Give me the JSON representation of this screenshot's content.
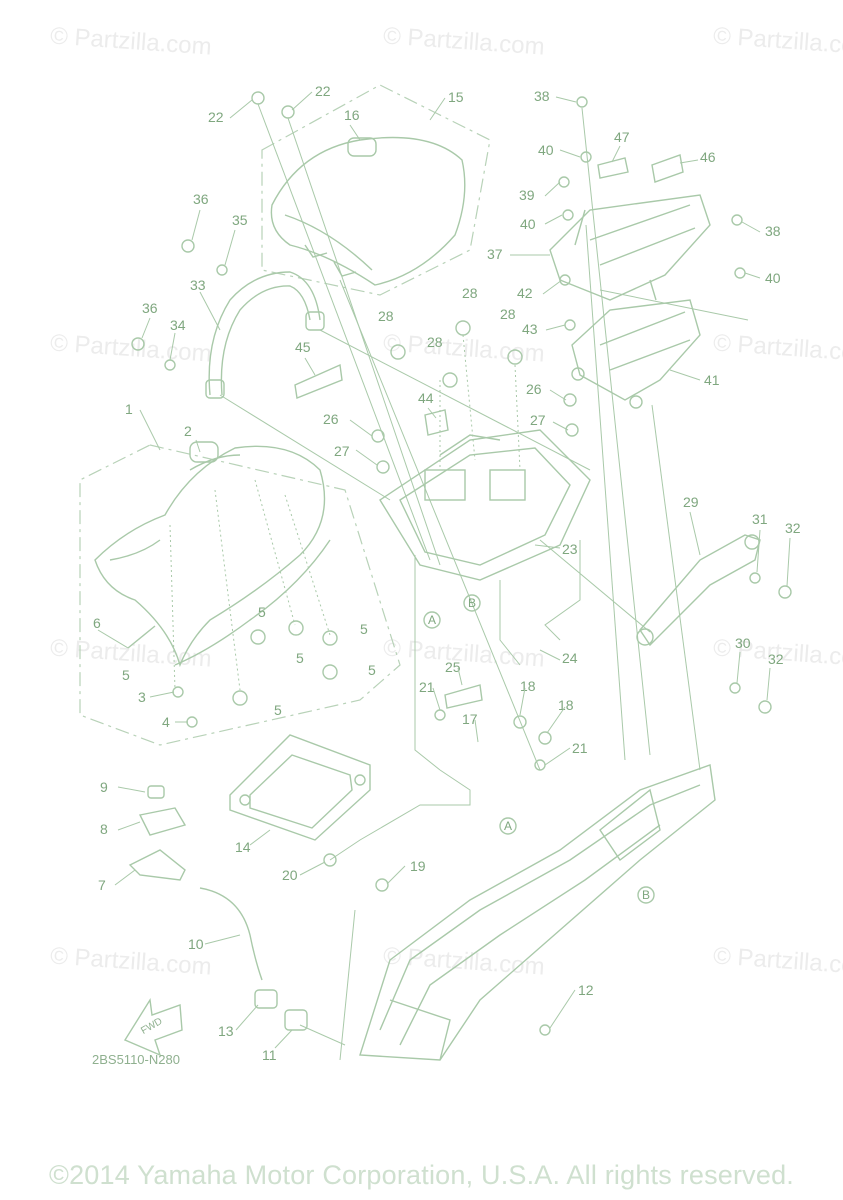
{
  "watermark": "© Partzilla.com",
  "copyright": "©2014 Yamaha Motor Corporation, U.S.A. All rights reserved.",
  "diagram_code": "2BS5110-N280",
  "fwd_label": "FWD",
  "ref_letters": [
    "A",
    "B"
  ],
  "callouts": [
    "1",
    "2",
    "3",
    "4",
    "5",
    "6",
    "7",
    "8",
    "9",
    "10",
    "11",
    "12",
    "13",
    "14",
    "15",
    "16",
    "17",
    "18",
    "19",
    "20",
    "21",
    "22",
    "23",
    "24",
    "25",
    "26",
    "27",
    "28",
    "29",
    "30",
    "31",
    "32",
    "33",
    "34",
    "35",
    "36",
    "37",
    "38",
    "39",
    "40",
    "41",
    "42",
    "43",
    "44",
    "45",
    "46",
    "47"
  ]
}
